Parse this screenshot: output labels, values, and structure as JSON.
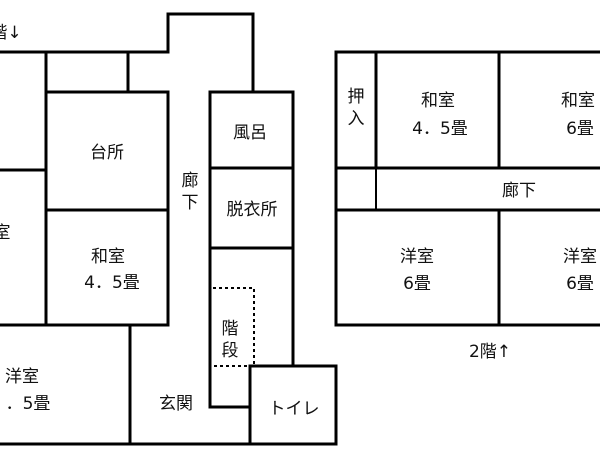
{
  "floor1": {
    "header_fragment": "階↓",
    "rooms": {
      "kitchen": "台所",
      "hall_corridor": [
        "廊",
        "下"
      ],
      "bath": "風呂",
      "dressing": "脱衣所",
      "washitsu": [
        "和室",
        "4．5畳"
      ],
      "stairs": [
        "階",
        "段"
      ],
      "left_partial": "室",
      "youshitsu": [
        "洋室",
        "．5畳"
      ],
      "entrance": "玄関",
      "toilet": "トイレ"
    }
  },
  "floor2": {
    "label": "2階↑",
    "rooms": {
      "closet": [
        "押",
        "入"
      ],
      "washitsu_a": [
        "和室",
        "4．5畳"
      ],
      "washitsu_b": [
        "和室",
        "6畳"
      ],
      "corridor": "廊下",
      "youshitsu_a": [
        "洋室",
        "6畳"
      ],
      "youshitsu_b": [
        "洋室",
        "6畳"
      ]
    }
  }
}
